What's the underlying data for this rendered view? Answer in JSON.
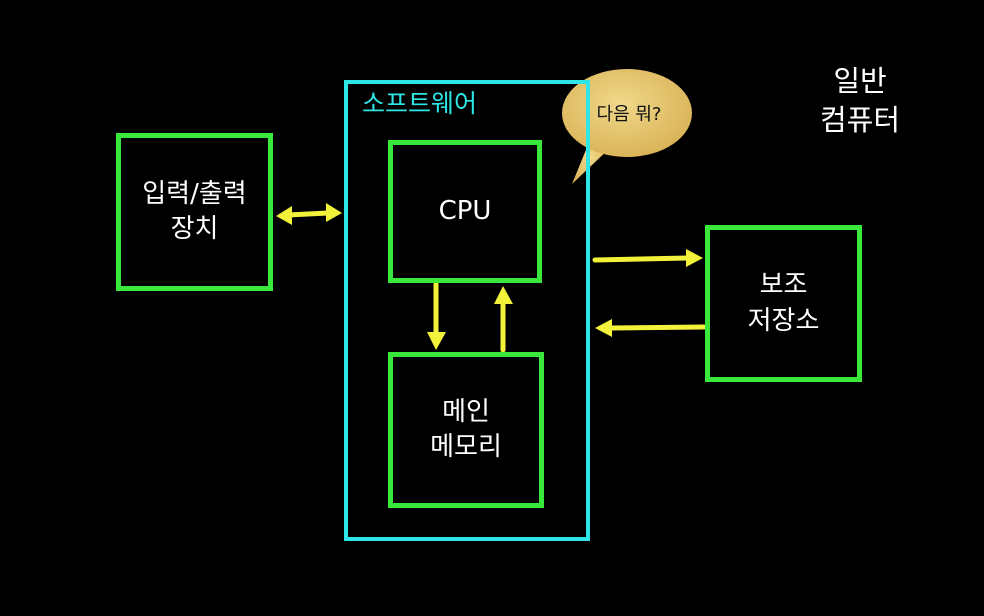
{
  "title": "일반\n컴퓨터",
  "software_label": "소프트웨어",
  "speech_bubble": "다음 뭐?",
  "boxes": {
    "io": "입력/출력\n장치",
    "cpu": "CPU",
    "memory": "메인\n메모리",
    "storage": "보조\n저장소"
  },
  "colors": {
    "background": "#000000",
    "box_border": "#39e83a",
    "software_border": "#2ee6e6",
    "arrow": "#f2f23a",
    "bubble_fill": "#e5c46a",
    "text": "#ffffff"
  }
}
